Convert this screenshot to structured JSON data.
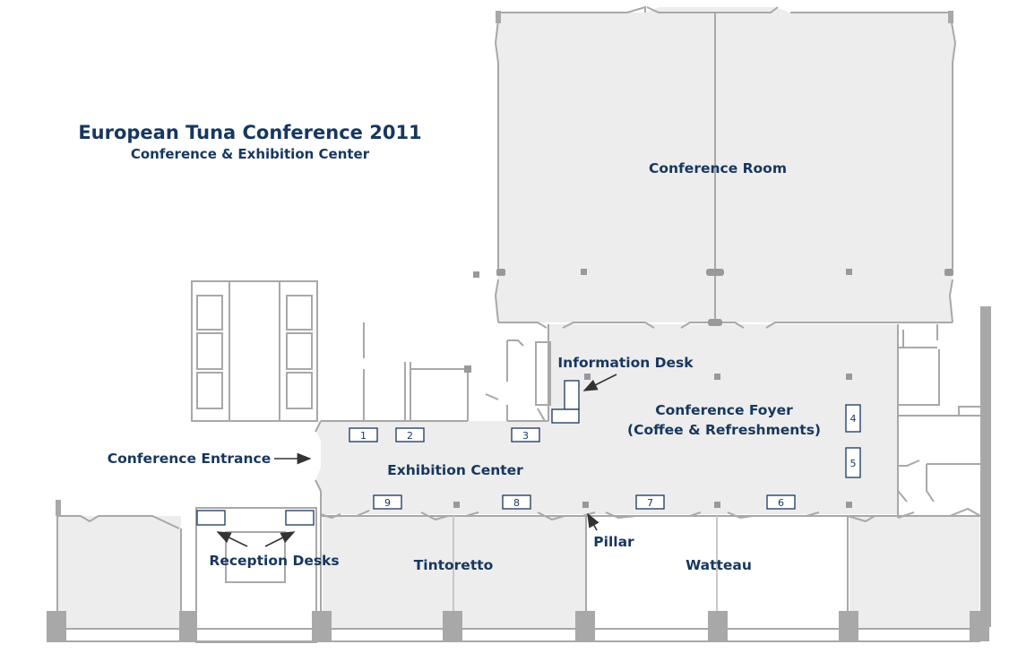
{
  "header": {
    "title": "European Tuna Conference 2011",
    "subtitle": "Conference & Exhibition Center"
  },
  "rooms": {
    "conference_room": "Conference Room",
    "foyer_line1": "Conference Foyer",
    "foyer_line2": "(Coffee & Refreshments)",
    "exhibition_center": "Exhibition Center",
    "tintoretto": "Tintoretto",
    "watteau": "Watteau"
  },
  "callouts": {
    "information_desk": "Information Desk",
    "conference_entrance": "Conference Entrance",
    "pillar": "Pillar",
    "reception_desks": "Reception Desks"
  },
  "booths": [
    "1",
    "2",
    "3",
    "4",
    "5",
    "6",
    "7",
    "8",
    "9"
  ],
  "colors": {
    "label": "#17375e",
    "wall": "#a8a8a8",
    "floor": "#ededed",
    "pillar": "#999999",
    "booth_border": "#17375e"
  }
}
